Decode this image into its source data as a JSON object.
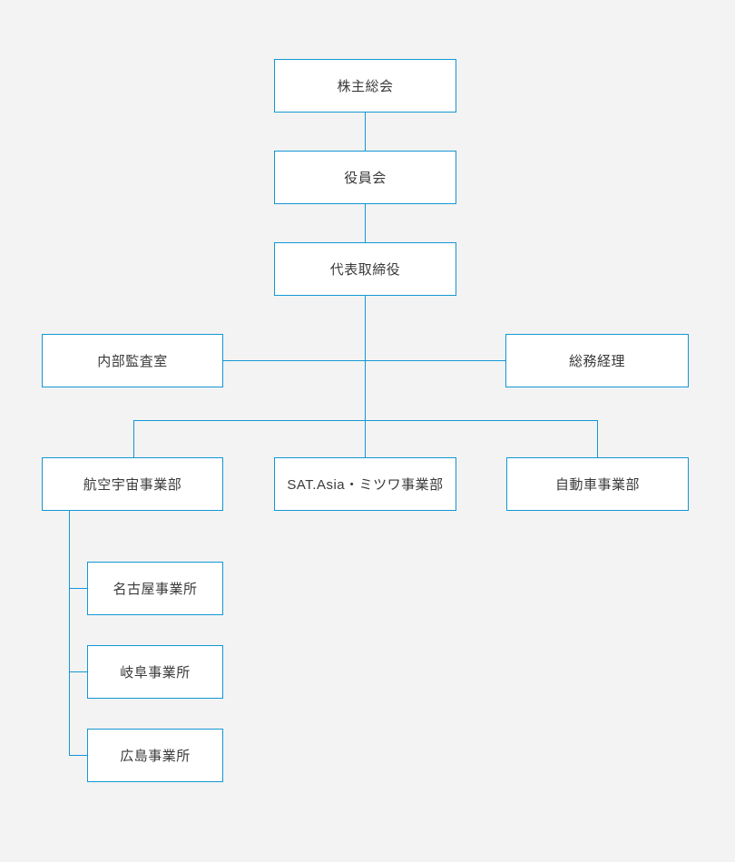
{
  "theme": {
    "background_color": "#f3f3f3",
    "line_color": "#1397d4",
    "box_background_color": "#ffffff",
    "text_color": "#3a3a3a"
  },
  "org_chart": {
    "nodes": {
      "shareholders": {
        "label": "株主総会"
      },
      "board": {
        "label": "役員会"
      },
      "ceo": {
        "label": "代表取締役"
      },
      "audit": {
        "label": "内部監査室"
      },
      "general_affairs": {
        "label": "総務経理"
      },
      "aerospace": {
        "label": "航空宇宙事業部"
      },
      "sat_asia": {
        "label": "SAT.Asia・ミツワ事業部"
      },
      "automotive": {
        "label": "自動車事業部"
      },
      "nagoya": {
        "label": "名古屋事業所"
      },
      "gifu": {
        "label": "岐阜事業所"
      },
      "hiroshima": {
        "label": "広島事業所"
      }
    }
  }
}
